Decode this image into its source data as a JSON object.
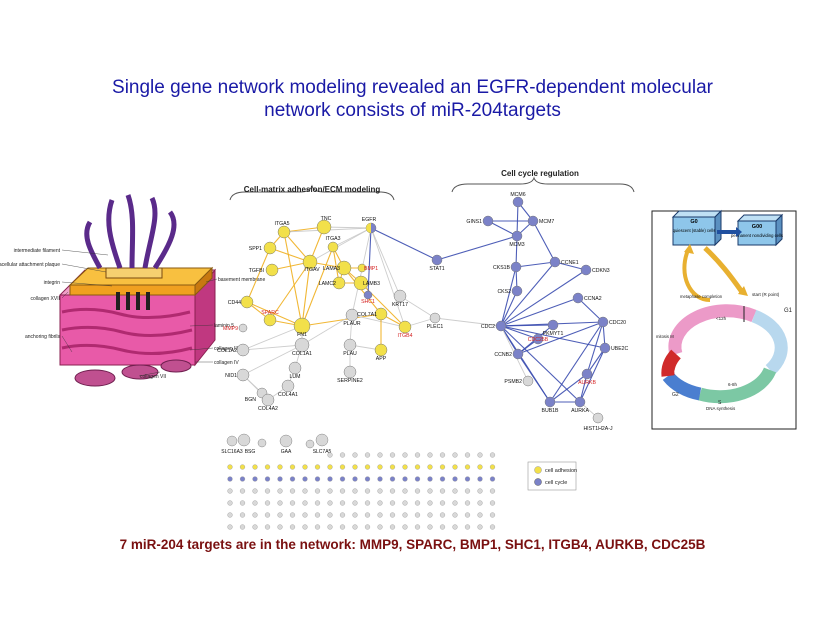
{
  "slide": {
    "title_line1": "Single gene network modeling revealed an EGFR-dependent molecular",
    "title_line2": "network consists of miR-204targets",
    "footer": "7 miR-204 targets are in the network: MMP9, SPARC, BMP1, SHC1, ITGB4, AURKB, CDC25B"
  },
  "colors": {
    "title": "#1a1aa6",
    "footer": "#7a1010",
    "adhesion": "#f2e04a",
    "adhesion_edge": "#f0b020",
    "cycle": "#7b82c8",
    "cycle_edge": "#3b4db0",
    "gray_node": "#d8d8d8",
    "target_label": "#d42020"
  },
  "network": {
    "sections": {
      "adhesion": "Cell-matrix adhesion/ECM modeling",
      "cycle": "Cell cycle regulation"
    },
    "legend": {
      "adhesion": "cell adhesion",
      "cycle": "cell cycle"
    },
    "nodes": [
      {
        "id": "ITGA5",
        "label": "ITGA5",
        "type": "adhesion"
      },
      {
        "id": "TNC",
        "label": "TNC",
        "type": "adhesion"
      },
      {
        "id": "EGFR",
        "label": "EGFR",
        "type": "both"
      },
      {
        "id": "SPP1",
        "label": "SPP1",
        "type": "adhesion"
      },
      {
        "id": "ITGA3",
        "label": "ITGA3",
        "type": "adhesion"
      },
      {
        "id": "TGFBI",
        "label": "TGFBI",
        "type": "adhesion"
      },
      {
        "id": "ITGAV",
        "label": "ITGAV",
        "type": "adhesion"
      },
      {
        "id": "LAMA3",
        "label": "LAMA3",
        "type": "adhesion"
      },
      {
        "id": "BMP1",
        "label": "BMP1",
        "type": "adhesion",
        "target": true
      },
      {
        "id": "LAMC2",
        "label": "LAMC2",
        "type": "adhesion"
      },
      {
        "id": "LAMB3",
        "label": "LAMB3",
        "type": "adhesion"
      },
      {
        "id": "SHC1",
        "label": "SHC1",
        "type": "cycle",
        "target": true
      },
      {
        "id": "CD44",
        "label": "CD44",
        "type": "adhesion"
      },
      {
        "id": "SPARC",
        "label": "SPARC",
        "type": "adhesion",
        "target": true
      },
      {
        "id": "MMP9",
        "label": "MMP9",
        "type": "gray",
        "target": true
      },
      {
        "id": "FN1",
        "label": "FN1",
        "type": "adhesion"
      },
      {
        "id": "COL1A2",
        "label": "COL1A2",
        "type": "gray"
      },
      {
        "id": "COL1A1",
        "label": "COL1A1",
        "type": "gray"
      },
      {
        "id": "PLAUR",
        "label": "PLAUR",
        "type": "gray"
      },
      {
        "id": "COL7A1",
        "label": "COL7A1",
        "type": "adhesion"
      },
      {
        "id": "ITGB4",
        "label": "ITGB4",
        "type": "adhesion",
        "target": true
      },
      {
        "id": "KRT17",
        "label": "KRT17",
        "type": "gray"
      },
      {
        "id": "PLAU",
        "label": "PLAU",
        "type": "gray"
      },
      {
        "id": "APP",
        "label": "APP",
        "type": "adhesion"
      },
      {
        "id": "NID1",
        "label": "NID1",
        "type": "gray"
      },
      {
        "id": "BGN",
        "label": "BGN",
        "type": "gray"
      },
      {
        "id": "LUM",
        "label": "LUM",
        "type": "gray"
      },
      {
        "id": "COL4A1",
        "label": "COL4A1",
        "type": "gray"
      },
      {
        "id": "COL4A2",
        "label": "COL4A2",
        "type": "gray"
      },
      {
        "id": "SERPINE2",
        "label": "SERPINE2",
        "type": "gray"
      },
      {
        "id": "STAT1",
        "label": "STAT1",
        "type": "cycle"
      },
      {
        "id": "PLEC1",
        "label": "PLEC1",
        "type": "gray"
      },
      {
        "id": "MCM6",
        "label": "MCM6",
        "type": "cycle"
      },
      {
        "id": "GINS1",
        "label": "GINS1",
        "type": "cycle"
      },
      {
        "id": "MCM7",
        "label": "MCM7",
        "type": "cycle"
      },
      {
        "id": "MCM3",
        "label": "MCM3",
        "type": "cycle"
      },
      {
        "id": "CKS1B",
        "label": "CKS1B",
        "type": "cycle"
      },
      {
        "id": "CCNE1",
        "label": "CCNE1",
        "type": "cycle"
      },
      {
        "id": "CDKN3",
        "label": "CDKN3",
        "type": "cycle"
      },
      {
        "id": "CKS2",
        "label": "CKS2",
        "type": "cycle"
      },
      {
        "id": "CCNA2",
        "label": "CCNA2",
        "type": "cycle"
      },
      {
        "id": "CDC2",
        "label": "CDC2",
        "type": "cycle"
      },
      {
        "id": "PKMYT1",
        "label": "PKMYT1",
        "type": "cycle"
      },
      {
        "id": "CDC20",
        "label": "CDC20",
        "type": "cycle"
      },
      {
        "id": "CDC25B",
        "label": "CDC25B",
        "type": "cycle",
        "target": true
      },
      {
        "id": "CCNB2",
        "label": "CCNB2",
        "type": "cycle"
      },
      {
        "id": "UBE2C",
        "label": "UBE2C",
        "type": "cycle"
      },
      {
        "id": "PSMB2",
        "label": "PSMB2",
        "type": "gray"
      },
      {
        "id": "AURKB",
        "label": "AURKB",
        "type": "cycle",
        "target": true
      },
      {
        "id": "BUB1B",
        "label": "BUB1B",
        "type": "cycle"
      },
      {
        "id": "AURKA",
        "label": "AURKA",
        "type": "cycle"
      },
      {
        "id": "HIST1H2A-J",
        "label": "HIST1H2A-J",
        "type": "gray"
      }
    ],
    "edges": [
      [
        "ITGA5",
        "TNC",
        "a"
      ],
      [
        "ITGA5",
        "SPP1",
        "a"
      ],
      [
        "ITGA5",
        "ITGAV",
        "a"
      ],
      [
        "ITGA5",
        "FN1",
        "a"
      ],
      [
        "ITGA5",
        "EGFR",
        "g"
      ],
      [
        "TNC",
        "ITGAV",
        "a"
      ],
      [
        "TNC",
        "EGFR",
        "g"
      ],
      [
        "SPP1",
        "ITGAV",
        "a"
      ],
      [
        "SPP1",
        "CD44",
        "a"
      ],
      [
        "ITGA3",
        "LAMA3",
        "a"
      ],
      [
        "ITGA3",
        "FN1",
        "a"
      ],
      [
        "ITGA3",
        "LAMC2",
        "a"
      ],
      [
        "ITGA3",
        "EGFR",
        "g"
      ],
      [
        "TGFBI",
        "ITGAV",
        "a"
      ],
      [
        "ITGAV",
        "FN1",
        "a"
      ],
      [
        "ITGAV",
        "LAMA3",
        "a"
      ],
      [
        "ITGAV",
        "SPARC",
        "a"
      ],
      [
        "LAMA3",
        "LAMC2",
        "a"
      ],
      [
        "LAMA3",
        "LAMB3",
        "a"
      ],
      [
        "LAMC2",
        "LAMB3",
        "a"
      ],
      [
        "LAMA3",
        "COL7A1",
        "a"
      ],
      [
        "LAMB3",
        "ITGB4",
        "a"
      ],
      [
        "COL7A1",
        "ITGB4",
        "a"
      ],
      [
        "LAMA3",
        "BMP1",
        "a"
      ],
      [
        "CD44",
        "FN1",
        "a"
      ],
      [
        "CD44",
        "SPARC",
        "a"
      ],
      [
        "SPARC",
        "FN1",
        "a"
      ],
      [
        "FN1",
        "COL1A1",
        "g"
      ],
      [
        "FN1",
        "COL7A1",
        "a"
      ],
      [
        "COL1A2",
        "COL1A1",
        "g"
      ],
      [
        "COL1A2",
        "FN1",
        "g"
      ],
      [
        "COL1A1",
        "LUM",
        "g"
      ],
      [
        "COL1A1",
        "NID1",
        "g"
      ],
      [
        "COL1A1",
        "PLAUR",
        "g"
      ],
      [
        "NID1",
        "COL4A2",
        "g"
      ],
      [
        "COL4A1",
        "COL4A2",
        "g"
      ],
      [
        "BGN",
        "COL4A2",
        "g"
      ],
      [
        "LUM",
        "COL4A1",
        "g"
      ],
      [
        "BGN",
        "NID1",
        "g"
      ],
      [
        "PLAUR",
        "PLAU",
        "g"
      ],
      [
        "PLAU",
        "SERPINE2",
        "g"
      ],
      [
        "PLAU",
        "APP",
        "g"
      ],
      [
        "PLAUR",
        "ITGB4",
        "g"
      ],
      [
        "APP",
        "COL7A1",
        "a"
      ],
      [
        "EGFR",
        "SHC1",
        "c"
      ],
      [
        "EGFR",
        "STAT1",
        "c"
      ],
      [
        "EGFR",
        "KRT17",
        "g"
      ],
      [
        "EGFR",
        "PLAUR",
        "g"
      ],
      [
        "EGFR",
        "ITGB4",
        "g"
      ],
      [
        "EGFR",
        "ITGAV",
        "g"
      ],
      [
        "STAT1",
        "MCM3",
        "c"
      ],
      [
        "ITGB4",
        "PLEC1",
        "g"
      ],
      [
        "PLEC1",
        "CDC2",
        "g"
      ],
      [
        "KRT17",
        "PLEC1",
        "g"
      ],
      [
        "MCM6",
        "MCM7",
        "c"
      ],
      [
        "MCM6",
        "MCM3",
        "c"
      ],
      [
        "MCM7",
        "MCM3",
        "c"
      ],
      [
        "GINS1",
        "MCM3",
        "c"
      ],
      [
        "GINS1",
        "MCM7",
        "c"
      ],
      [
        "MCM3",
        "CKS1B",
        "c"
      ],
      [
        "MCM7",
        "CCNE1",
        "c"
      ],
      [
        "CKS1B",
        "CCNE1",
        "c"
      ],
      [
        "CKS1B",
        "CDC2",
        "c"
      ],
      [
        "CKS1B",
        "CKS2",
        "c"
      ],
      [
        "CCNE1",
        "CDKN3",
        "c"
      ],
      [
        "CCNE1",
        "CDC2",
        "c"
      ],
      [
        "CDKN3",
        "CDC2",
        "c"
      ],
      [
        "CKS2",
        "CDC2",
        "c"
      ],
      [
        "CCNA2",
        "CDC2",
        "c"
      ],
      [
        "CCNA2",
        "CDC20",
        "c"
      ],
      [
        "CDC2",
        "PKMYT1",
        "c"
      ],
      [
        "CDC2",
        "CDC25B",
        "c"
      ],
      [
        "CDC2",
        "CCNB2",
        "c"
      ],
      [
        "CDC2",
        "CDC20",
        "c"
      ],
      [
        "CDC2",
        "UBE2C",
        "c"
      ],
      [
        "CDC2",
        "BUB1B",
        "c"
      ],
      [
        "CDC2",
        "AURKA",
        "c"
      ],
      [
        "CDC20",
        "UBE2C",
        "c"
      ],
      [
        "CDC20",
        "AURKB",
        "c"
      ],
      [
        "CDC20",
        "BUB1B",
        "c"
      ],
      [
        "UBE2C",
        "AURKB",
        "c"
      ],
      [
        "UBE2C",
        "AURKA",
        "c"
      ],
      [
        "CCNB2",
        "BUB1B",
        "c"
      ],
      [
        "AURKA",
        "AURKB",
        "c"
      ],
      [
        "AURKA",
        "BUB1B",
        "c"
      ],
      [
        "PSMB2",
        "CDC2",
        "g"
      ],
      [
        "AURKA",
        "HIST1H2A-J",
        "g"
      ],
      [
        "PKMYT1",
        "CCNB2",
        "c"
      ],
      [
        "CCNB2",
        "CDC20",
        "c"
      ],
      [
        "BUB1B",
        "AURKB",
        "c"
      ],
      [
        "CDC25B",
        "CCNB2",
        "c"
      ]
    ],
    "loose_labels": [
      "SLC16A3",
      "BSG",
      "GAA",
      "SLC7A5"
    ],
    "grid_rows": [
      {
        "type": "gray"
      },
      {
        "type": "adhesion"
      },
      {
        "type": "cycle"
      },
      {
        "type": "gray"
      },
      {
        "type": "gray"
      },
      {
        "type": "gray"
      },
      {
        "type": "gray"
      }
    ]
  },
  "ecm_diagram": {
    "labels": [
      "intermediate filament",
      "intracellular attachment plaque",
      "integrin",
      "collagen XVII",
      "basement membrane",
      "anchoring fibrils",
      "laminin 5",
      "collagen III",
      "collagen IV",
      "collagen VII"
    ]
  },
  "cell_cycle": {
    "box_g0": "G0",
    "box_g0_text": "quiescent (stable) cells",
    "box_g00": "G00",
    "box_g00_text": "permanent nondividing cells",
    "start_label": "start (R point)",
    "g1_label": "G1",
    "g1_time": "<12h",
    "s_label": "S",
    "s_text": "DNA synthesis",
    "s_time": "6-8h",
    "g2_label": "G2",
    "g2_time": "4h",
    "m_label": "mitosis M",
    "mc_label": "metaphase completion"
  }
}
